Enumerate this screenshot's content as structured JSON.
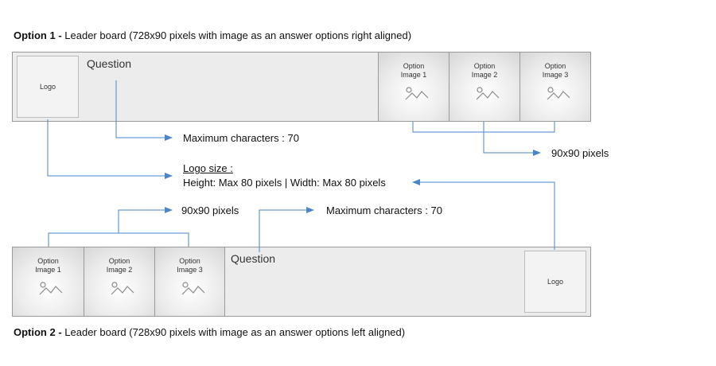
{
  "option1": {
    "heading_bold": "Option 1 -",
    "heading_text": " Leader board (728x90 pixels with image as an answer options right aligned)",
    "logo": "Logo",
    "question": "Question",
    "options": [
      {
        "line1": "Option",
        "line2": "Image 1"
      },
      {
        "line1": "Option",
        "line2": "Image 2"
      },
      {
        "line1": "Option",
        "line2": "Image 3"
      }
    ]
  },
  "option2": {
    "heading_bold": "Option 2 -",
    "heading_text": " Leader board (728x90 pixels with image as an answer options left aligned)",
    "logo": "Logo",
    "question": "Question",
    "options": [
      {
        "line1": "Option",
        "line2": "Image 1"
      },
      {
        "line1": "Option",
        "line2": "Image 2"
      },
      {
        "line1": "Option",
        "line2": "Image 3"
      }
    ]
  },
  "annotations": {
    "max_chars_top": "Maximum characters : 70",
    "size_top": "90x90 pixels",
    "logo_size_title": "Logo size :",
    "logo_size_detail": "Height: Max 80 pixels | Width: Max 80 pixels",
    "size_bottom": "90x90 pixels",
    "max_chars_bottom": "Maximum characters : 70"
  },
  "colors": {
    "connector": "#4a86c8",
    "banner_fill": "#ececec",
    "banner_border": "#9a9a9a"
  },
  "icons": {
    "option_image": "image-placeholder-icon"
  }
}
